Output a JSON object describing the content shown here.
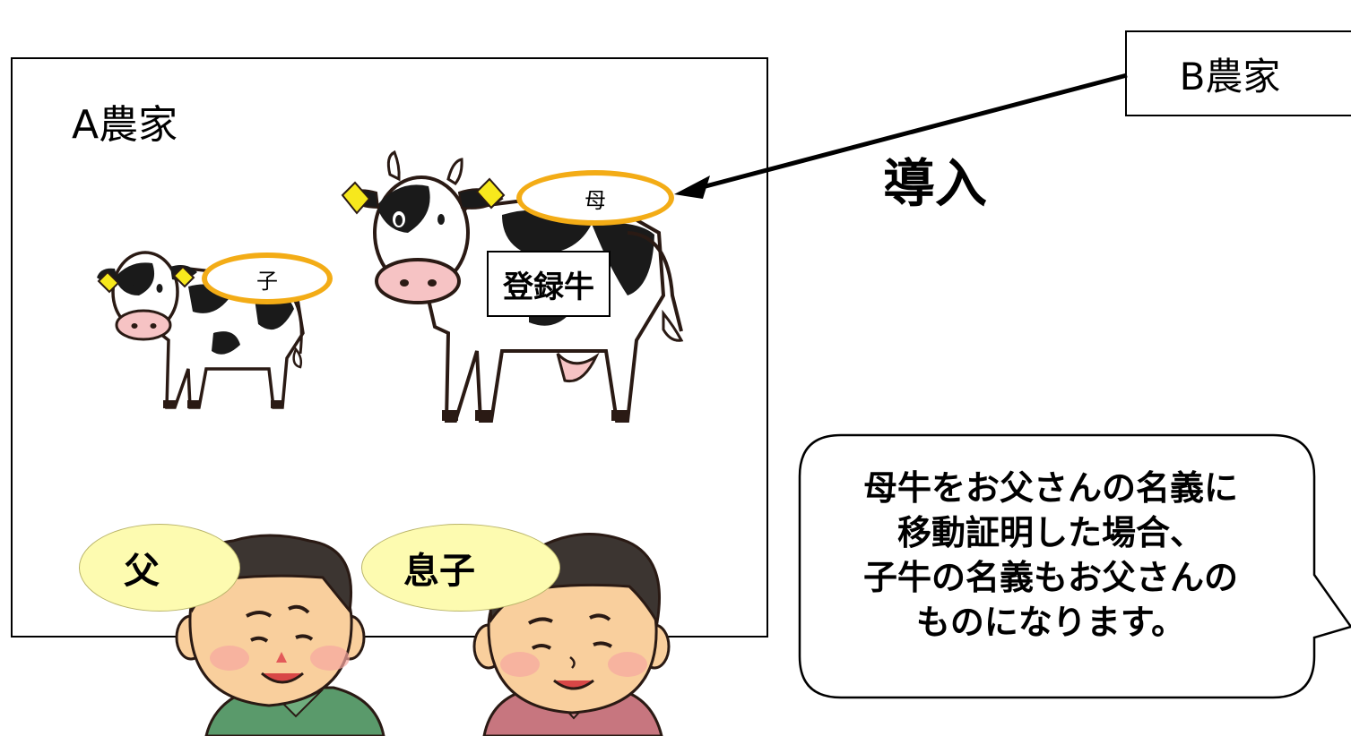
{
  "farm_a": {
    "label": "A農家"
  },
  "farm_b": {
    "label": "B農家"
  },
  "introduction_label": "導入",
  "mother_cow": {
    "tag": "母",
    "registered_label": "登録牛"
  },
  "calf": {
    "tag": "子"
  },
  "father": {
    "label": "父"
  },
  "son": {
    "label": "息子"
  },
  "speech_bubble": {
    "lines": [
      "母牛をお父さんの名義に",
      "移動証明した場合、",
      "子牛の名義もお父さんの",
      "ものになります。"
    ]
  },
  "colors": {
    "tag_outline": "#f3ac16",
    "ear_tag": "#f7e81d",
    "person_label_fill": "#fdfbb0",
    "father_shirt": "#5a9a6b",
    "son_shirt": "#c7767f",
    "skin": "#f9cf9d"
  }
}
